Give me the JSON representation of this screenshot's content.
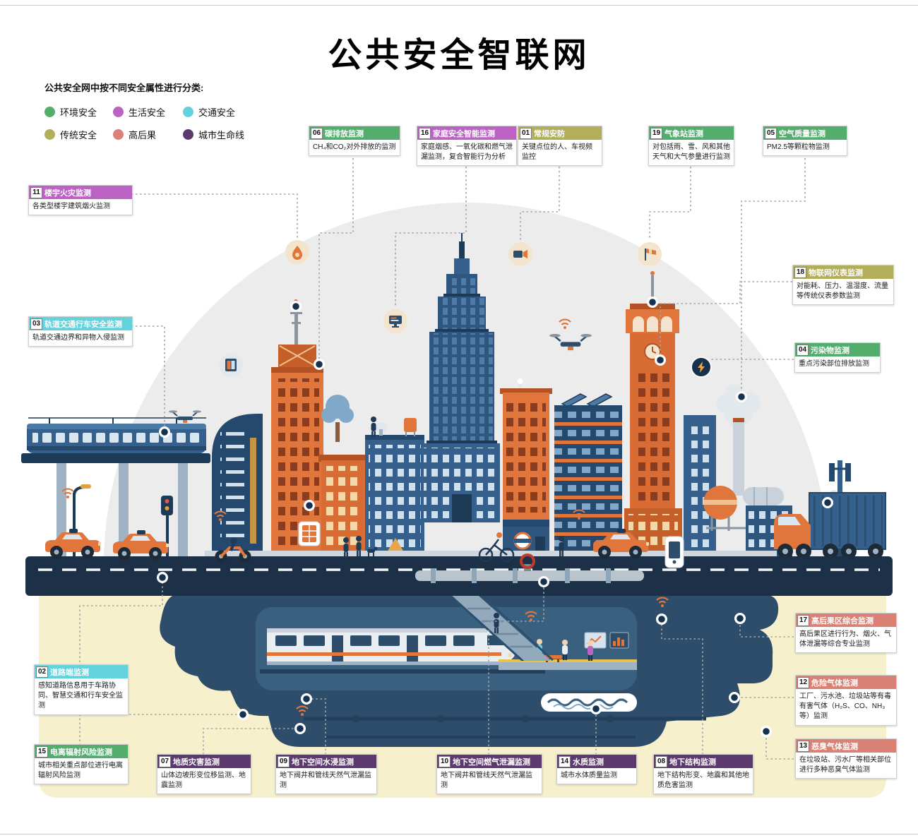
{
  "title": "公共安全智联网",
  "legend": {
    "intro": "公共安全网中按不同安全属性进行分类:",
    "items": [
      {
        "label": "环境安全",
        "color": "#53ae6e"
      },
      {
        "label": "生活安全",
        "color": "#bb62c4"
      },
      {
        "label": "交通安全",
        "color": "#63d2dc"
      },
      {
        "label": "传统安全",
        "color": "#b3ae5a"
      },
      {
        "label": "高后果",
        "color": "#d98175"
      },
      {
        "label": "城市生命线",
        "color": "#5d3a6d"
      }
    ]
  },
  "callouts": [
    {
      "num": "06",
      "title": "碳排放监测",
      "desc": "CH₄和CO₂对外排放的监测",
      "category": "环境安全"
    },
    {
      "num": "16",
      "title": "家庭安全智能监测",
      "desc": "家庭烟感、一氧化碳和燃气泄漏监测，复合智能行为分析",
      "category": "生活安全"
    },
    {
      "num": "01",
      "title": "常规安防",
      "desc": "关键点位的人、车视频监控",
      "category": "传统安全"
    },
    {
      "num": "19",
      "title": "气象站监测",
      "desc": "对包括雨、雪、风和其他天气和大气参量进行监测",
      "category": "环境安全"
    },
    {
      "num": "05",
      "title": "空气质量监测",
      "desc": "PM2.5等颗粒物监测",
      "category": "环境安全"
    },
    {
      "num": "11",
      "title": "楼宇火灾监测",
      "desc": "各类型楼宇建筑烟火监测",
      "category": "生活安全"
    },
    {
      "num": "03",
      "title": "轨道交通行车安全监测",
      "desc": "轨道交通边界和异物入侵监测",
      "category": "交通安全"
    },
    {
      "num": "18",
      "title": "物联网仪表监测",
      "desc": "对能耗、压力、温湿度、流量等传统仪表参数监测",
      "category": "传统安全"
    },
    {
      "num": "04",
      "title": "污染物监测",
      "desc": "重点污染部位排放监测",
      "category": "环境安全"
    },
    {
      "num": "17",
      "title": "高后果区综合监测",
      "desc": "高后果区进行行为、烟火、气体泄漏等综合专业监测",
      "category": "高后果"
    },
    {
      "num": "02",
      "title": "道路端监测",
      "desc": "感知道路信息用于车路协同、智慧交通和行车安全监测",
      "category": "交通安全"
    },
    {
      "num": "12",
      "title": "危险气体监测",
      "desc": "工厂、污水池、垃圾站等有毒有害气体（H₂S、CO、NH₃等）监测",
      "category": "高后果"
    },
    {
      "num": "13",
      "title": "恶臭气体监测",
      "desc": "在垃圾站、污水厂等相关部位进行多种恶臭气体监测",
      "category": "高后果"
    },
    {
      "num": "15",
      "title": "电离辐射风险监测",
      "desc": "城市相关重点部位进行电离辐射风险监测",
      "category": "环境安全"
    },
    {
      "num": "07",
      "title": "地质灾害监测",
      "desc": "山体边坡形变位移监测、地震监测",
      "category": "城市生命线"
    },
    {
      "num": "09",
      "title": "地下空间水浸监测",
      "desc": "地下阀井和管线天然气泄漏监测",
      "category": "城市生命线"
    },
    {
      "num": "10",
      "title": "地下空间燃气泄漏监测",
      "desc": "地下阀井和管线天然气泄漏监测",
      "category": "城市生命线"
    },
    {
      "num": "14",
      "title": "水质监测",
      "desc": "城市水体质量监测",
      "category": "城市生命线"
    },
    {
      "num": "08",
      "title": "地下结构监测",
      "desc": "地下结构形变、地震和其他地质危害监测",
      "category": "城市生命线"
    }
  ],
  "markers": [
    "fire-icon",
    "monitor-icon",
    "camera-icon",
    "windsock-icon",
    "lightning-icon",
    "elevator-icon",
    "drone-icon",
    "wifi-icon",
    "phone-icon",
    "panel-icon",
    "node-dot"
  ]
}
